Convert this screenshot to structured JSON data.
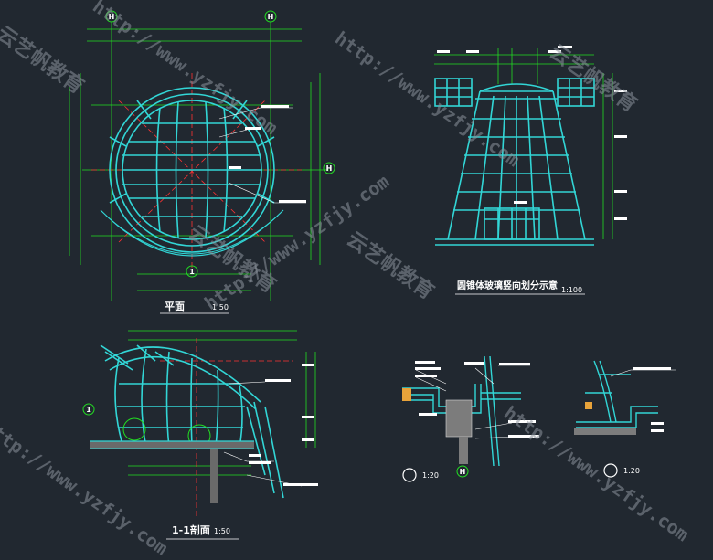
{
  "colors": {
    "background": "#212830",
    "structure": "#32d6d6",
    "dimension": "#22dd22",
    "axis": "#ff3333",
    "annotation": "#ffffff",
    "watermark": "#8b939c"
  },
  "labels": {
    "plan_title": "平面",
    "plan_scale": "1:50",
    "section_title": "1-1剖面",
    "section_scale": "1:50",
    "elevation_title": "圆锥体玻璃竖向划分示意",
    "elevation_scale": "1:100",
    "detail1_scale": "1:20",
    "detail2_scale": "1:20"
  },
  "axis_markers": {
    "plan_left": "H",
    "plan_right": "H",
    "plan_side": "H",
    "plan_bottom": "1",
    "section_left": "1",
    "detail_bottom": "H"
  },
  "watermarks": {
    "brand": "云艺帆教育",
    "url": "http://www.yzfjy.com"
  }
}
